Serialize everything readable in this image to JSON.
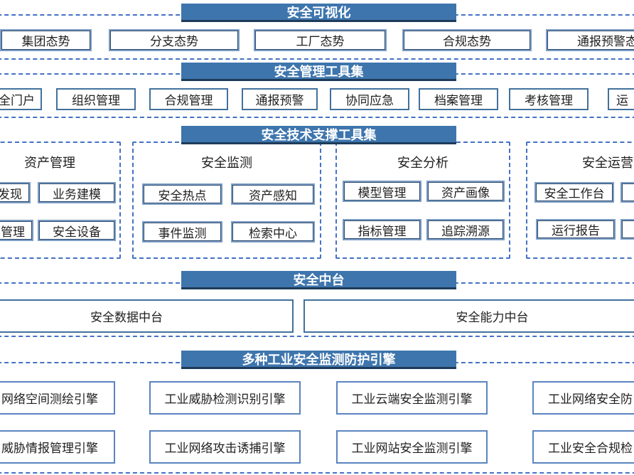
{
  "colors": {
    "header_bg": "#3e75ad",
    "header_shadow": "#1e3c5a",
    "header_text": "#ffffff",
    "dashed_border": "#4472c4",
    "box_border_light": "#7b9cc4",
    "box_border_dark": "#29476b",
    "box_border_simple": "#41719c",
    "engine_border": "#5b84c0",
    "label_text": "#1f1f1f"
  },
  "sections": {
    "visualization": {
      "title": "安全可视化",
      "boxes": [
        "集团态势",
        "分支态势",
        "工厂态势",
        "合规态势",
        "通报预警态势"
      ]
    },
    "management": {
      "title": "安全管理工具集",
      "boxes": [
        "全门户",
        "组织管理",
        "合规管理",
        "通报预警",
        "协同应急",
        "档案管理",
        "考核管理",
        "运"
      ]
    },
    "tech_support": {
      "title": "安全技术支撑工具集",
      "groups": [
        {
          "name": "资产管理",
          "boxes": [
            "发现",
            "业务建模",
            "管理",
            "安全设备"
          ]
        },
        {
          "name": "安全监测",
          "boxes": [
            "安全热点",
            "资产感知",
            "事件监测",
            "检索中心"
          ]
        },
        {
          "name": "安全分析",
          "boxes": [
            "模型管理",
            "资产画像",
            "指标管理",
            "追踪溯源"
          ]
        },
        {
          "name": "安全运营",
          "boxes": [
            "安全工作台",
            "",
            "运行报告",
            ""
          ]
        }
      ]
    },
    "middle_platform": {
      "title": "安全中台",
      "boxes": [
        "安全数据中台",
        "安全能力中台"
      ]
    },
    "engines": {
      "title": "多种工业安全监测防护引擎",
      "boxes": [
        "网络空间测绘引擎",
        "工业威胁检测识别引擎",
        "工业云端安全监测引擎",
        "工业网络安全防",
        "威胁情报管理引擎",
        "工业网络攻击诱捕引擎",
        "工业网站安全监测引擎",
        "工业安全合规检"
      ]
    }
  }
}
